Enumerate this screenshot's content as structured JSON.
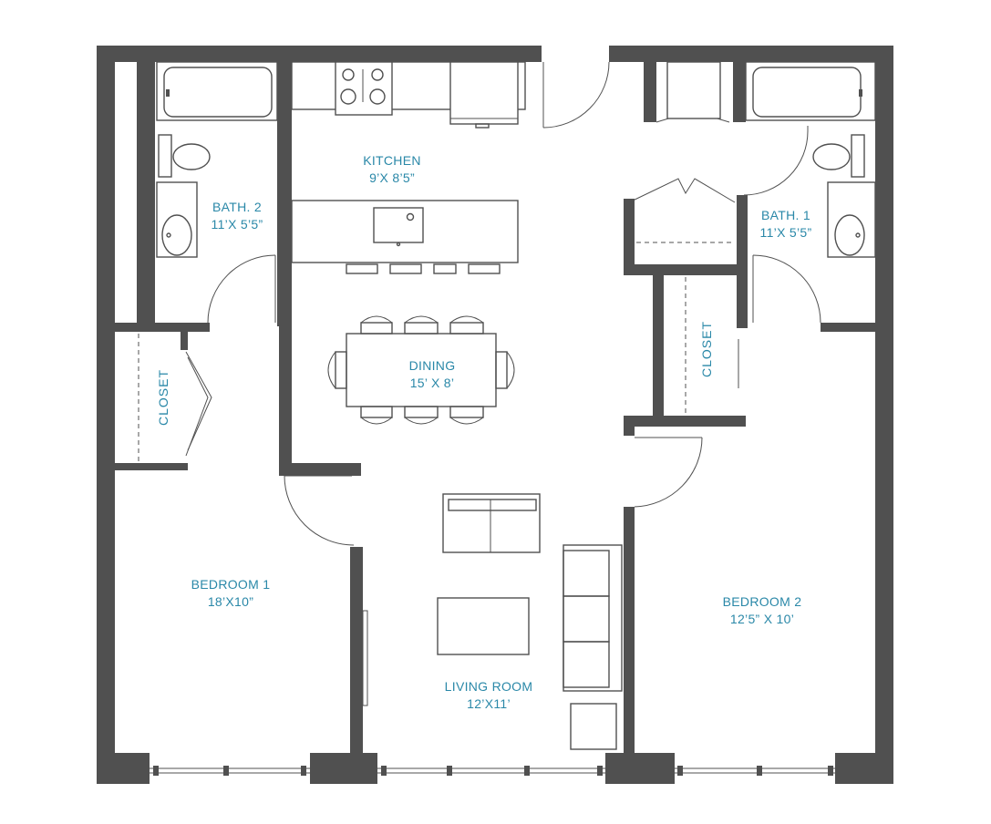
{
  "rooms": {
    "kitchen": {
      "name": "KITCHEN",
      "size": "9’X 8’5”"
    },
    "bath2": {
      "name": "BATH. 2",
      "size": "11’X 5’5”"
    },
    "bath1": {
      "name": "BATH. 1",
      "size": "11’X 5’5”"
    },
    "dining": {
      "name": "DINING",
      "size": "15’ X 8’"
    },
    "bedroom1": {
      "name": "BEDROOM 1",
      "size": "18’X10”"
    },
    "bedroom2": {
      "name": "BEDROOM 2",
      "size": "12’5” X 10’"
    },
    "living": {
      "name": "LIVING ROOM",
      "size": "12’X11’"
    },
    "closet_left": {
      "name": "CLOSET"
    },
    "closet_right": {
      "name": "CLOSET"
    }
  },
  "colors": {
    "wall": "#505050",
    "label": "#2a88a8",
    "background": "#ffffff"
  },
  "icons": [
    "stove-icon",
    "fridge-icon",
    "sink-icon",
    "toilet-icon",
    "bathtub-icon",
    "bathroom-sink-icon",
    "sofa-icon",
    "chair-icon",
    "table-icon",
    "washer-icon"
  ]
}
